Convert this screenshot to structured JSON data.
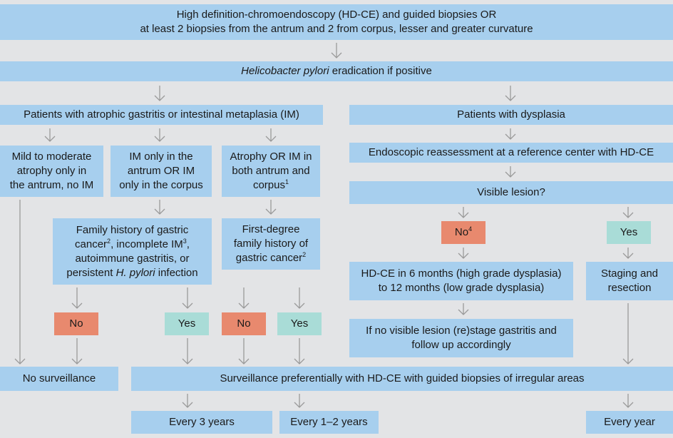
{
  "top": {
    "line1": "High definition-chromoendoscopy (HD-CE) and guided biopsies OR",
    "line2": "at least 2 biopsies from the antrum and 2 from corpus, lesser and greater curvature"
  },
  "eradication": {
    "italic": "Helicobacter pylori",
    "rest": " eradication if positive"
  },
  "atrophic": "Patients with atrophic gastritis or intestinal metaplasia (IM)",
  "dysplasia": "Patients with dysplasia",
  "mild": {
    "l1": "Mild to moderate",
    "l2": "atrophy only in",
    "l3": "the antrum, no IM"
  },
  "im_only": {
    "l1": "IM only in the",
    "l2": "antrum OR IM",
    "l3": "only in the corpus"
  },
  "both": {
    "l1": "Atrophy OR IM  in",
    "l2": "both antrum and",
    "l3": "corpus",
    "sup": "1"
  },
  "family": {
    "l1": "Family history of gastric",
    "l2a": "cancer",
    "sup2": "2",
    "l2b": ", incomplete IM",
    "sup3": "3",
    "l2c": ",",
    "l3": "autoimmune gastritis, or",
    "l4a": "persistent ",
    "l4i": "H. pylori",
    "l4b": " infection"
  },
  "first_degree": {
    "l1": "First-degree",
    "l2": "family history of",
    "l3": "gastric cancer",
    "sup": "2"
  },
  "reassess": "Endoscopic reassessment at a reference center with HD-CE",
  "visible": "Visible lesion?",
  "no_label": "No",
  "no4": {
    "text": "No",
    "sup": "4"
  },
  "yes_label": "Yes",
  "hdce6": {
    "l1": "HD-CE in 6 months (high grade dysplasia)",
    "l2": "to 12 months (low grade dysplasia)"
  },
  "staging": {
    "l1": "Staging and",
    "l2": "resection"
  },
  "restage": {
    "l1": "If no visible lesion (re)stage gastritis and",
    "l2": "follow up accordingly"
  },
  "no_surv": "No surveillance",
  "surveillance": "Surveillance preferentially with HD-CE with guided biopsies of irregular areas",
  "every3": "Every 3 years",
  "every12": "Every 1–2 years",
  "everyyear": "Every year",
  "colors": {
    "box": "#a7cfee",
    "no": "#e8896e",
    "yes": "#a9dcd7",
    "background": "#e3e4e6",
    "arrow": "#999999"
  }
}
